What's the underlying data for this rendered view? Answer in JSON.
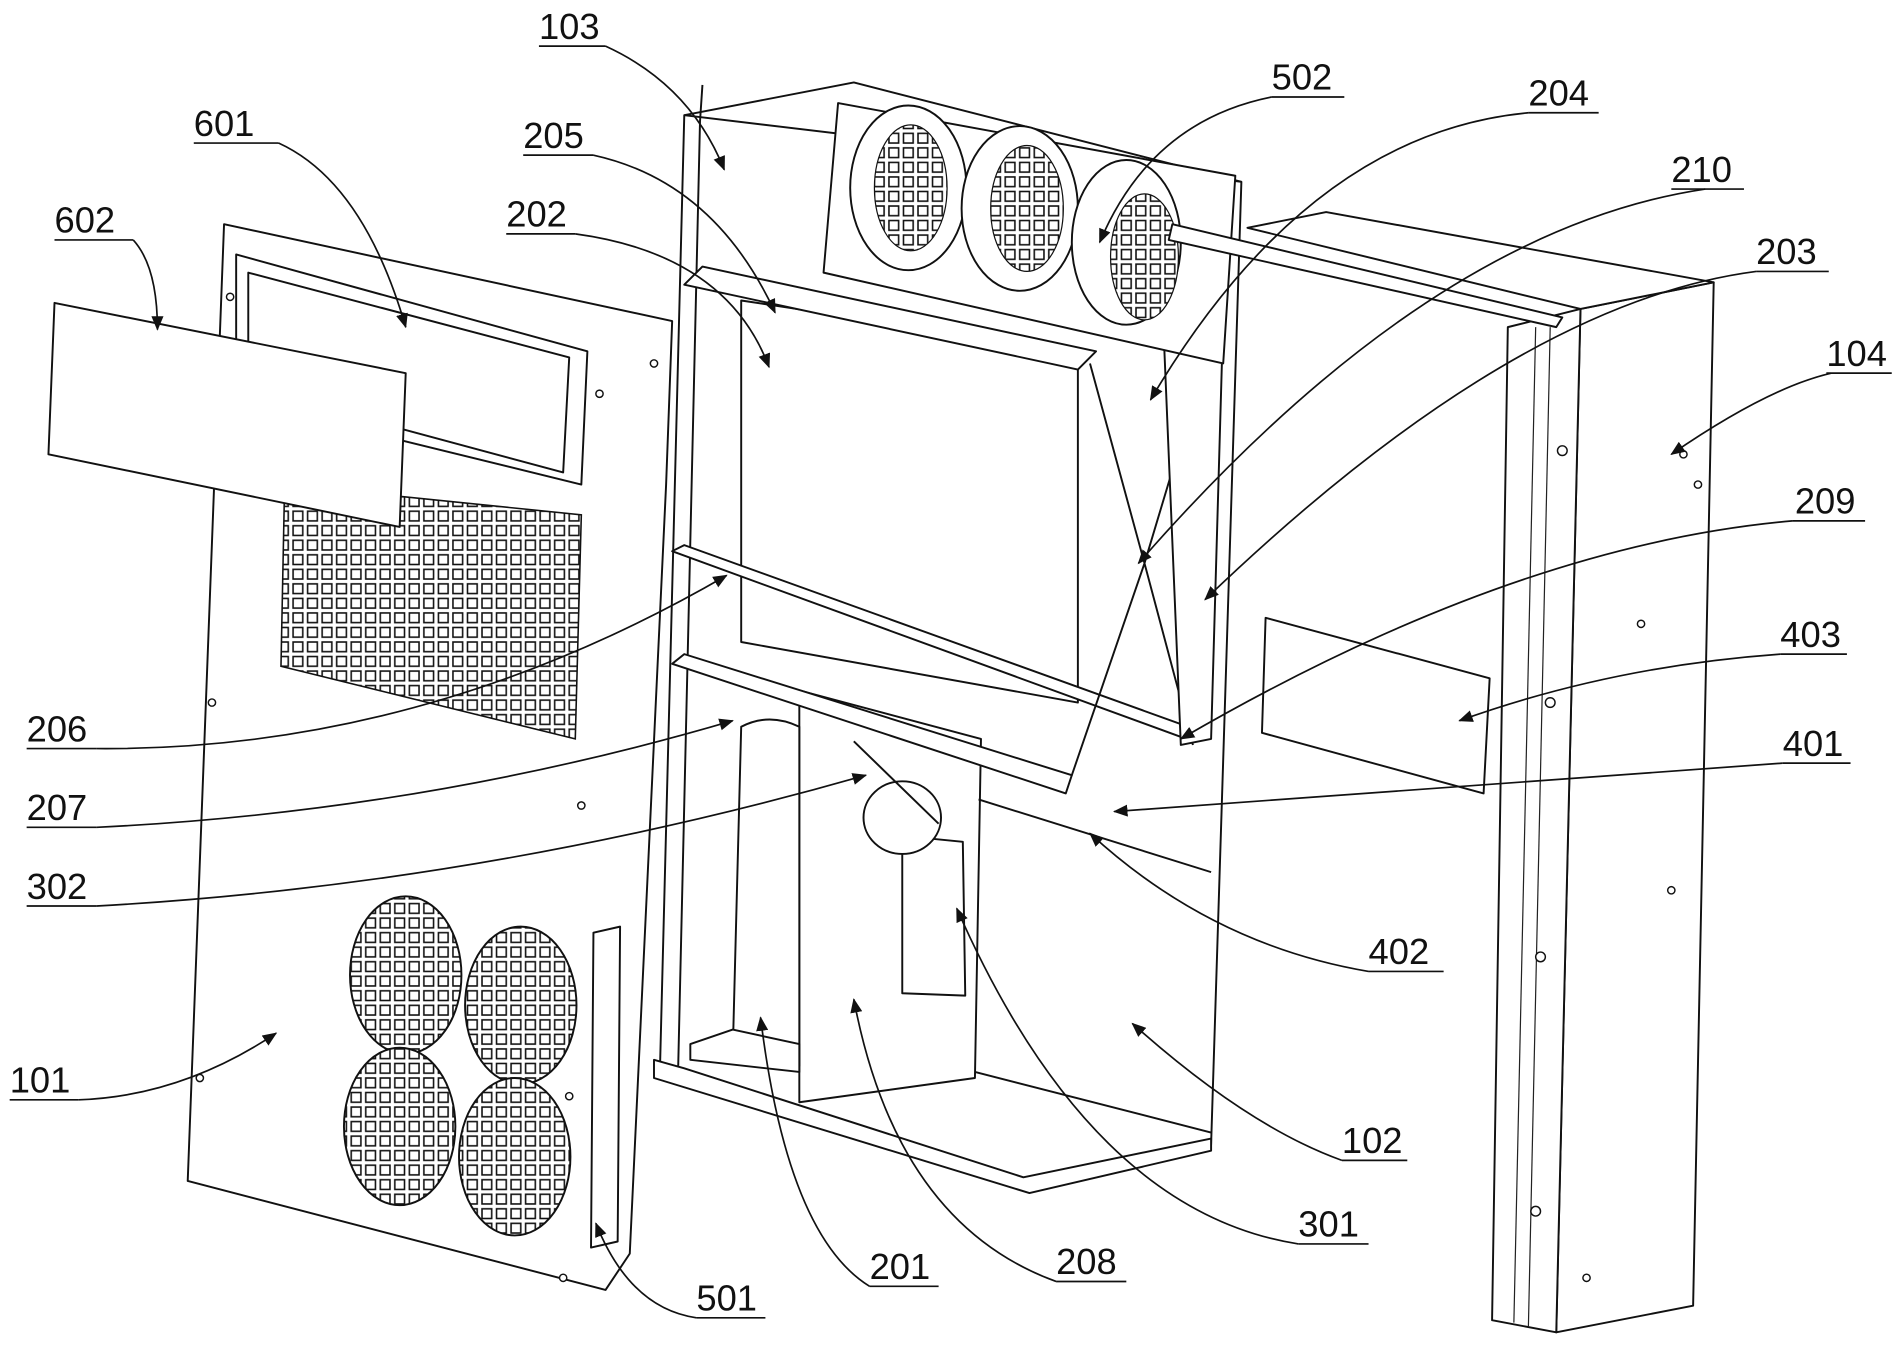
{
  "figure": {
    "labels": {
      "l101": "101",
      "l102": "102",
      "l103": "103",
      "l104": "104",
      "l201": "201",
      "l202": "202",
      "l203": "203",
      "l204": "204",
      "l205": "205",
      "l206": "206",
      "l207": "207",
      "l208": "208",
      "l209": "209",
      "l210": "210",
      "l301": "301",
      "l302": "302",
      "l401": "401",
      "l402": "402",
      "l403": "403",
      "l501": "501",
      "l502": "502",
      "l601": "601",
      "l602": "602"
    }
  }
}
